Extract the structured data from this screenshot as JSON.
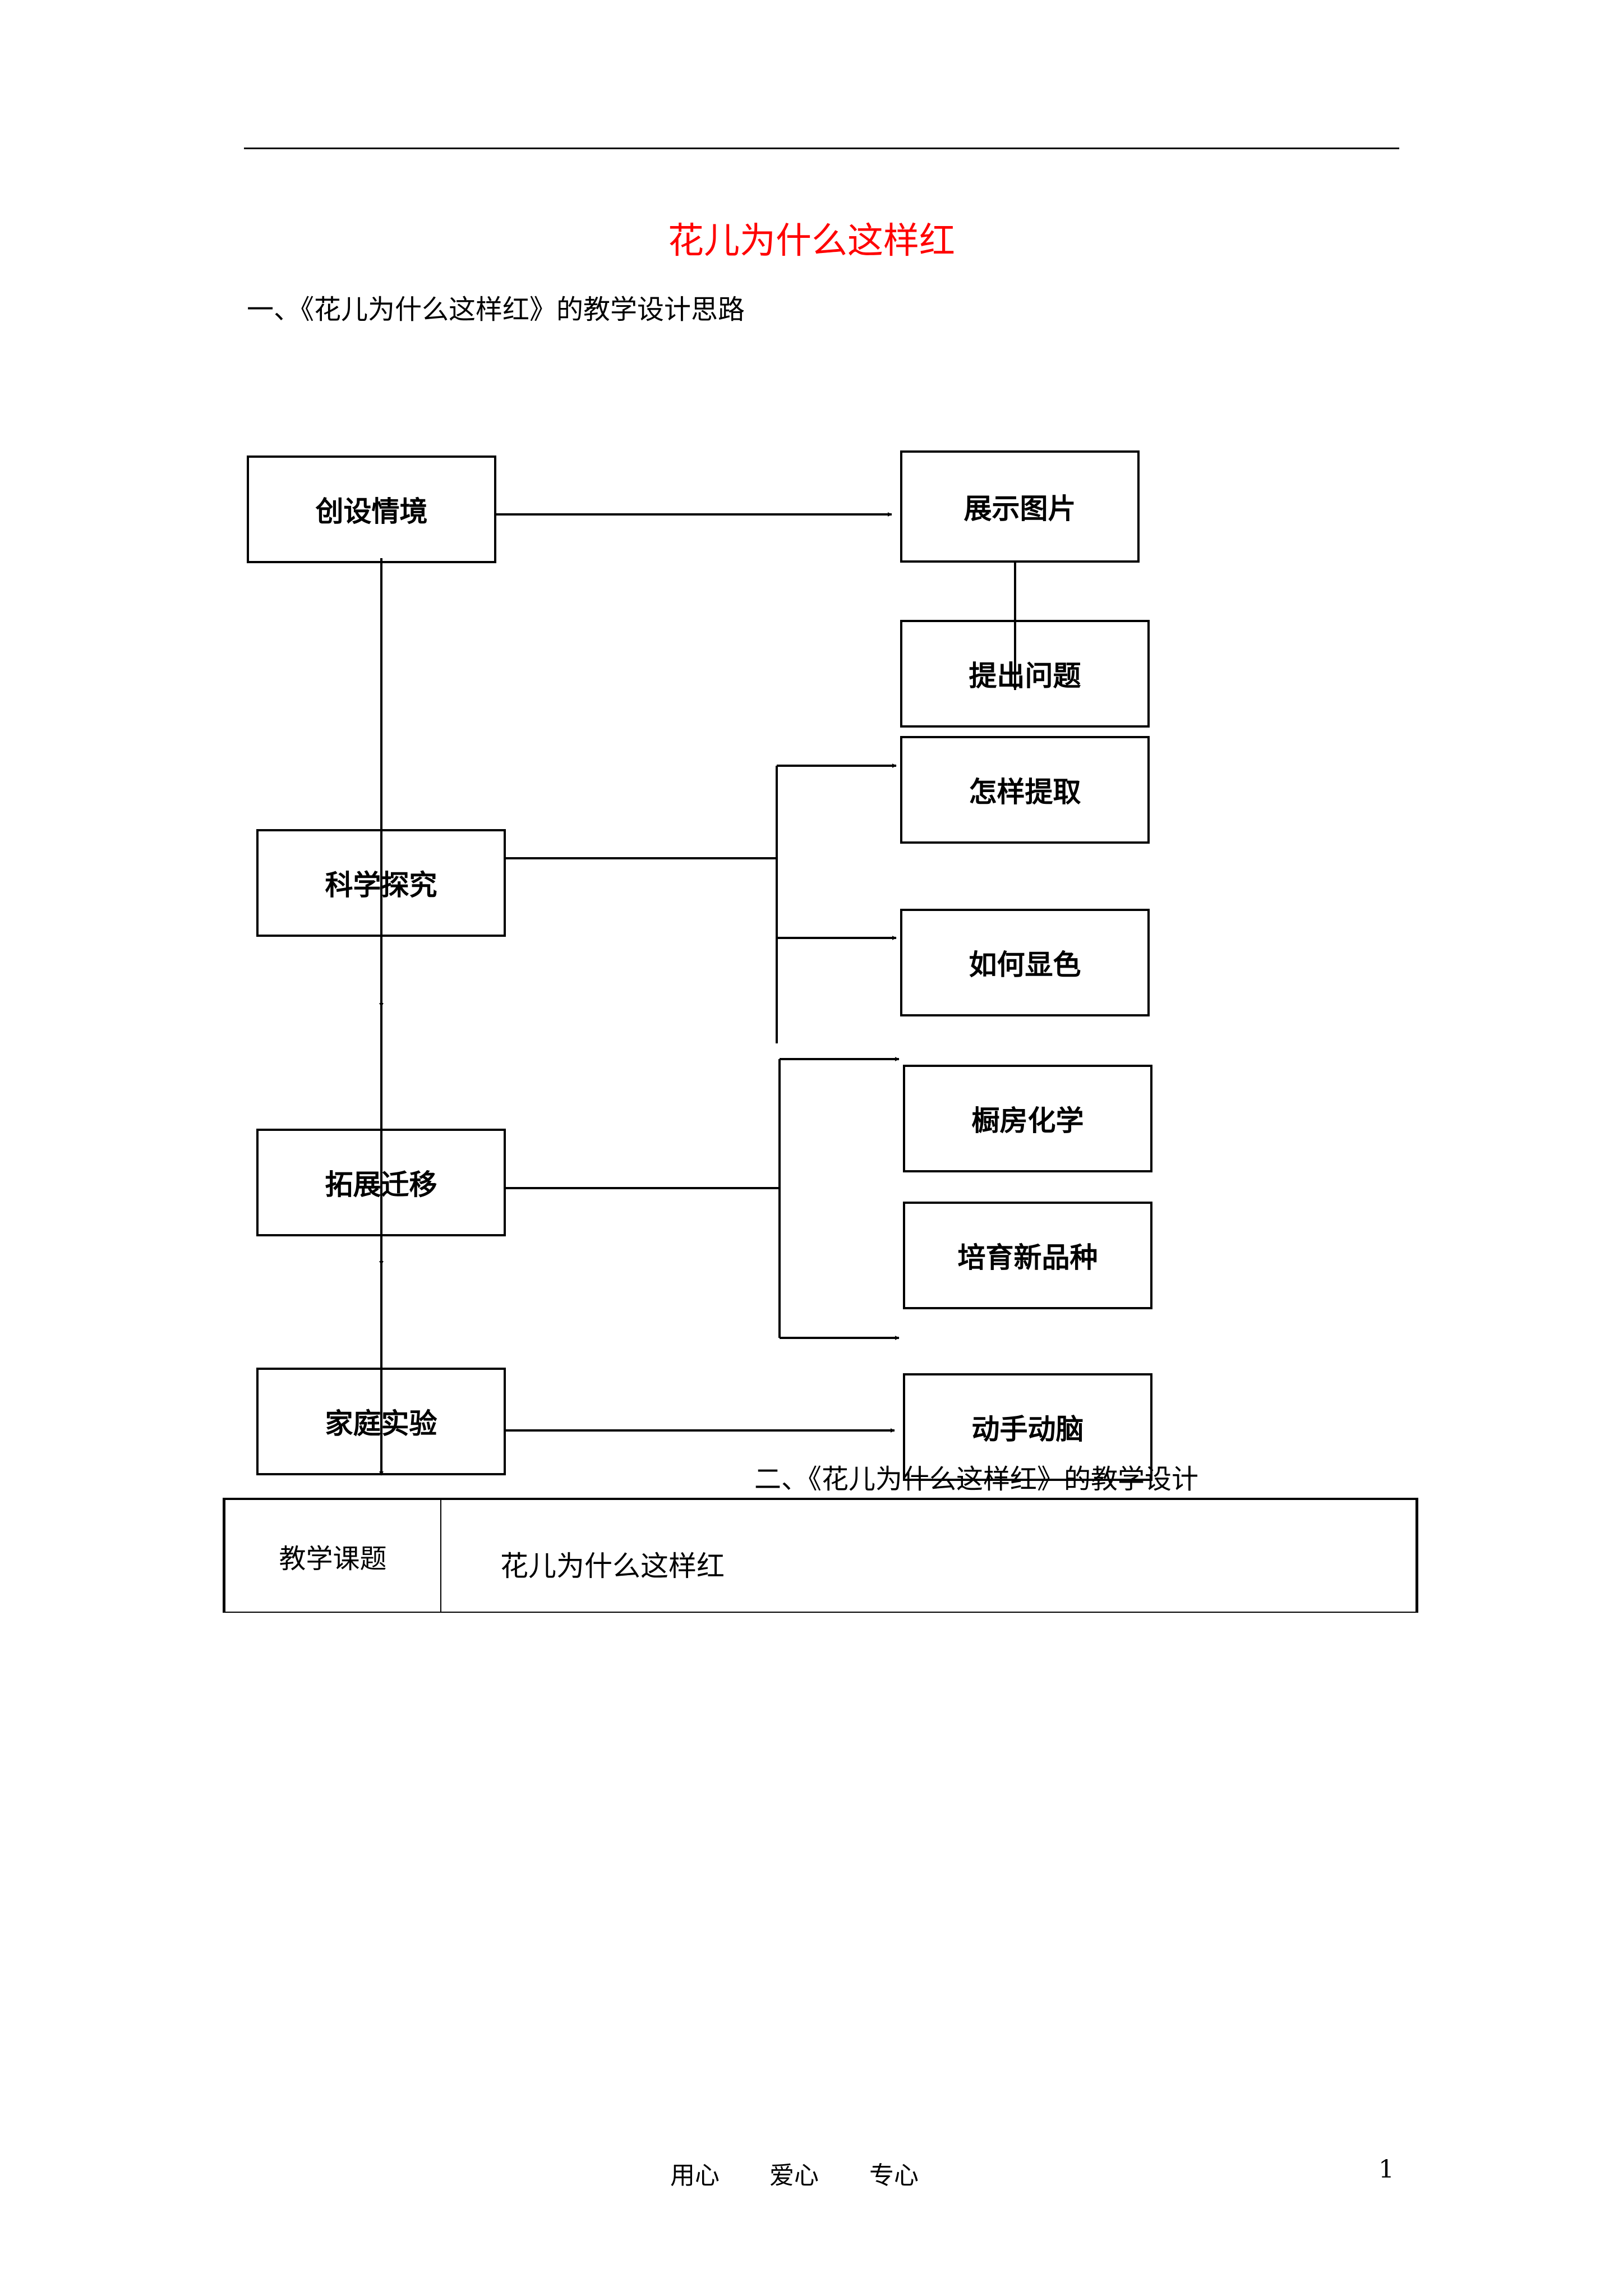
{
  "title": "花儿为什么这样红",
  "section1_heading": "一、《花儿为什么这样红》的教学设计思路",
  "section2_heading": "二、《花儿为什么这样红》的教学设计",
  "flow": {
    "main_steps": {
      "create_situation": "创设情境",
      "scientific_inquiry": "科学探究",
      "extension_transfer": "拓展迁移",
      "home_experiment": "家庭实验"
    },
    "sub_steps": {
      "show_pictures": "展示图片",
      "raise_questions": "提出问题",
      "how_to_extract": "怎样提取",
      "how_to_show_color": "如何显色",
      "kitchen_chemistry": "橱房化学",
      "breed_new_variety": "培育新品种",
      "hands_on_thinking": "动手动脑"
    }
  },
  "table": {
    "label": "教学课题",
    "value": "花儿为什么这样红"
  },
  "footer": {
    "mottos": [
      "用心",
      "爱心",
      "专心"
    ],
    "page_number": "1"
  }
}
